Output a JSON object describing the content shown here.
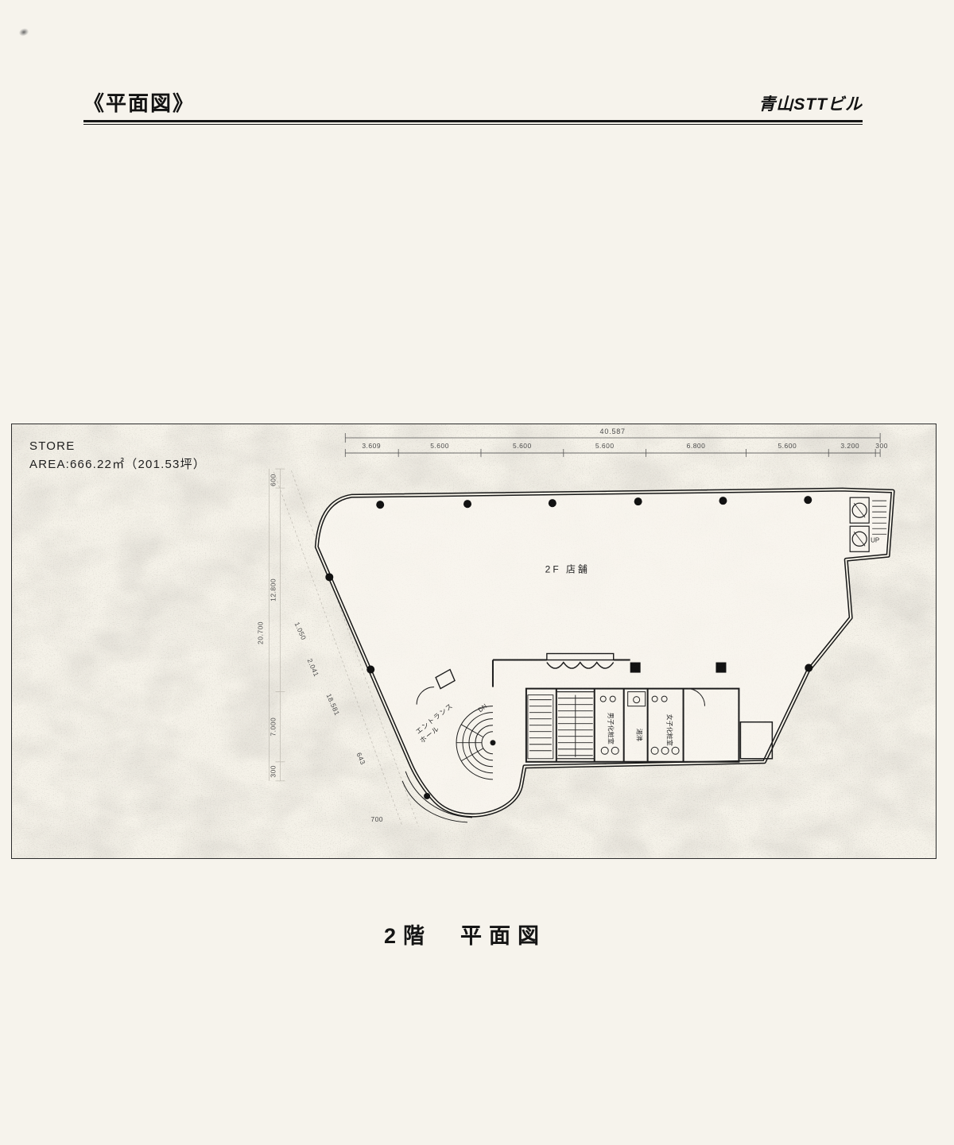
{
  "page": {
    "title": "《平面図》",
    "building": "青山STTビル",
    "caption": "2階　平面図"
  },
  "plan": {
    "store_label": "STORE",
    "area_label": "AREA:666.22㎡（201.53坪）",
    "floor_label": "2F 店舗",
    "entrance_hall_line1": "エントランス",
    "entrance_hall_line2": "ホール",
    "stair_down_label": "DN",
    "stair_up_label": "UP",
    "rooms": {
      "mens": "男子化粧室",
      "hot_water": "湯沸",
      "womens": "女子化粧室"
    },
    "dims": {
      "overall_width": "40.587",
      "top": [
        "3.609",
        "5.600",
        "5.600",
        "5.600",
        "6.800",
        "5.600",
        "3.200",
        "300"
      ],
      "left_overall": "20.700",
      "left": [
        "600",
        "12.800",
        "7.000",
        "300"
      ],
      "bottom_left": "700",
      "diagonal": [
        "1.050",
        "2.041",
        "18.581",
        "643"
      ]
    }
  }
}
